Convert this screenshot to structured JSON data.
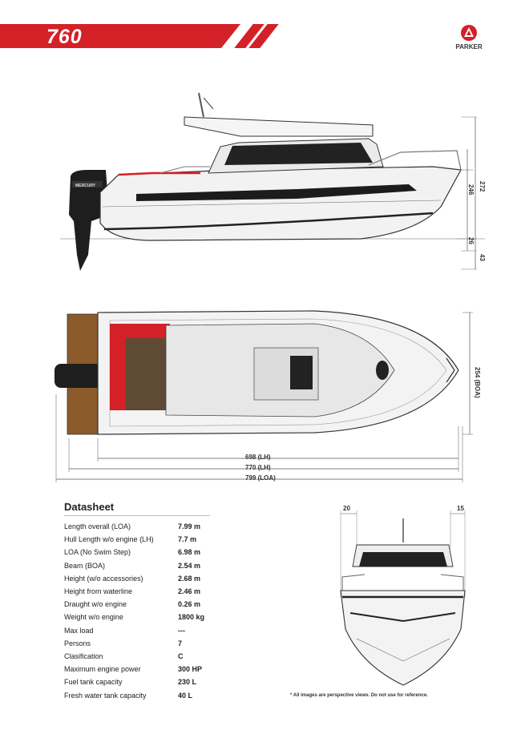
{
  "header": {
    "model": "760",
    "brand": "PARKER",
    "accent_color": "#d42027"
  },
  "side_view": {
    "height_total": "272",
    "height_waterline": "246",
    "height_lower": "26",
    "draught": "43"
  },
  "top_view": {
    "beam": "254 (BOA)",
    "length_lh": "698 (LH)",
    "length_770": "770 (LH)",
    "length_loa": "799 (LOA)"
  },
  "front_view": {
    "offset_left": "20",
    "offset_right": "15"
  },
  "datasheet": {
    "title": "Datasheet",
    "rows": [
      {
        "label": "Length overall (LOA)",
        "value": "7.99 m"
      },
      {
        "label": "Hull Length w/o engine (LH)",
        "value": "7.7 m"
      },
      {
        "label": "LOA (No Swim Step)",
        "value": "6.98 m"
      },
      {
        "label": "Beam (BOA)",
        "value": "2.54 m"
      },
      {
        "label": "Height (w/o accessories)",
        "value": "2.68 m"
      },
      {
        "label": "Height from waterline",
        "value": "2.46 m"
      },
      {
        "label": "Draught w/o engine",
        "value": "0.26 m"
      },
      {
        "label": "Weight w/o engine",
        "value": "1800 kg"
      },
      {
        "label": "Max load",
        "value": "---"
      },
      {
        "label": "Persons",
        "value": "7"
      },
      {
        "label": "Clasification",
        "value": "C"
      },
      {
        "label": "Maximum engine power",
        "value": "300 HP"
      },
      {
        "label": "Fuel tank capacity",
        "value": "230 L"
      },
      {
        "label": "Fresh water tank capacity",
        "value": "40 L"
      }
    ]
  },
  "footnote": "* All images are perspective views. Do not use for reference.",
  "engine_brand": "MERCURY"
}
